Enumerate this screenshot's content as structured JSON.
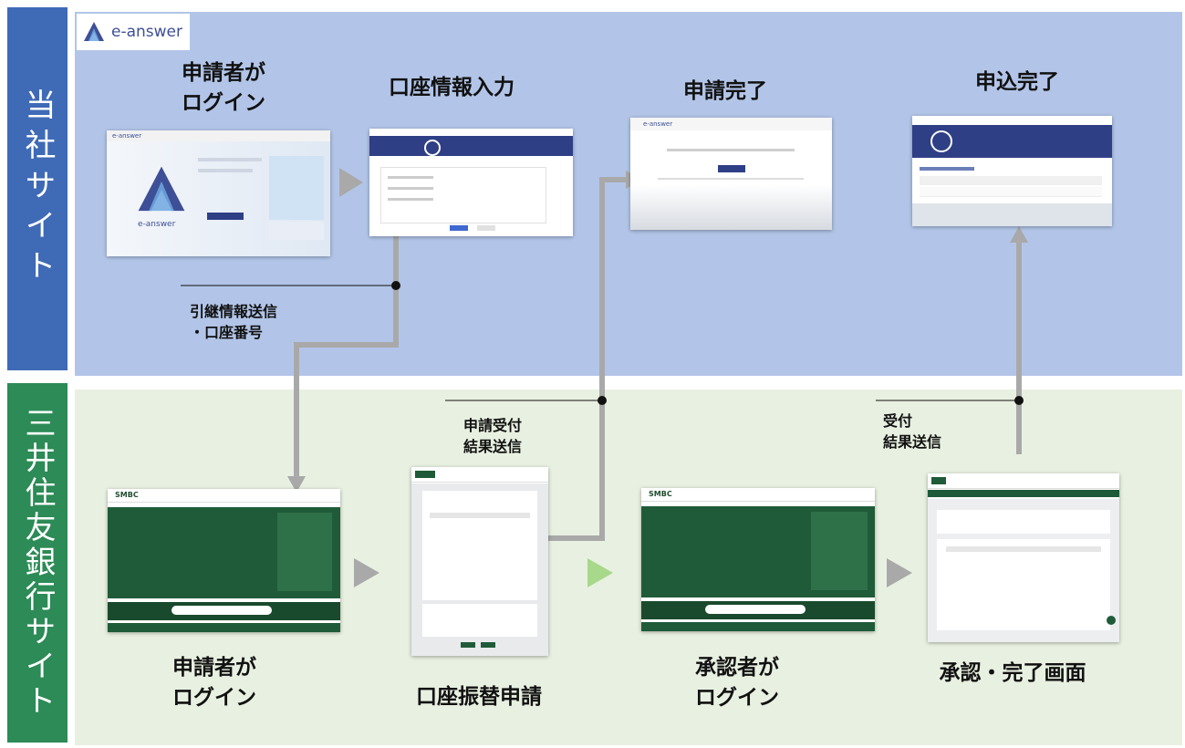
{
  "bands": {
    "top_label": "当社サイト",
    "bottom_label": "三井住友銀行サイト"
  },
  "logo": {
    "text": "e-answer",
    "icon": "e-answer-logo-icon"
  },
  "steps_top": [
    {
      "title_line1": "申請者が",
      "title_line2": "ログイン"
    },
    {
      "title_line1": "口座情報入力",
      "title_line2": ""
    },
    {
      "title_line1": "申請完了",
      "title_line2": ""
    },
    {
      "title_line1": "申込完了",
      "title_line2": ""
    }
  ],
  "steps_bottom": [
    {
      "title_line1": "申請者が",
      "title_line2": "ログイン"
    },
    {
      "title_line1": "口座振替申請",
      "title_line2": ""
    },
    {
      "title_line1": "承認者が",
      "title_line2": "ログイン"
    },
    {
      "title_line1": "承認・完了画面",
      "title_line2": ""
    }
  ],
  "notes": {
    "handoff_line1": "引継情報送信",
    "handoff_line2": "・口座番号",
    "apply_result_line1": "申請受付",
    "apply_result_line2": "結果送信",
    "accept_result_line1": "受付",
    "accept_result_line2": "結果送信"
  },
  "screens": {
    "smbc_brand": "SMBC",
    "e_answer_small": "e-answer"
  },
  "colors": {
    "top_band": "#3f6ab6",
    "bottom_band": "#2c8b56",
    "top_area": "#b2c5e8",
    "bottom_area": "#e8f1e1",
    "flow_line": "#b0b0b0",
    "arrow_grey": "#a9a9a9",
    "arrow_green": "#a8d88a"
  }
}
